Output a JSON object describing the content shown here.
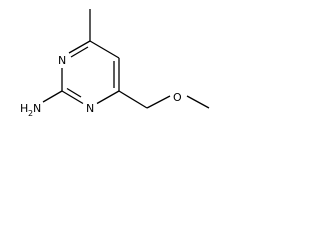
{
  "molecule": {
    "atoms": {
      "n_top": "N",
      "n_bottom": "N",
      "amine_h": "H",
      "amine_sub": "2",
      "amine_n": "N",
      "ether_o": "O"
    }
  }
}
